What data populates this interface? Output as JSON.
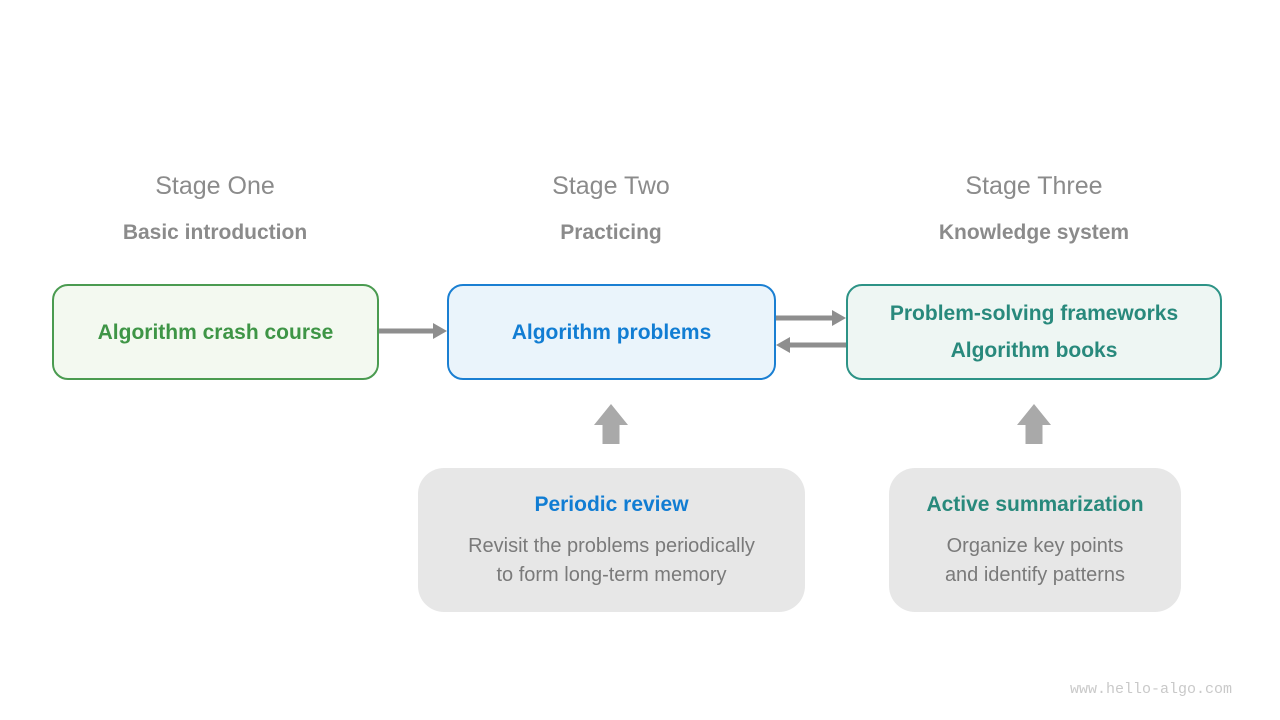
{
  "page": {
    "background": "#ffffff",
    "watermark": "www.hello-algo.com"
  },
  "colors": {
    "stage_label": "#8b8b8b",
    "horizontal_arrow": "#8e8e8e",
    "up_arrow": "#a9a9a9",
    "green_border": "#4a9b50",
    "green_text": "#3e9546",
    "green_fill": "#f3f9f0",
    "blue_border": "#1a7fd2",
    "blue_text": "#117dd3",
    "blue_fill": "#eaf4fb",
    "teal_border": "#2d9386",
    "teal_text": "#28897c",
    "teal_fill": "#eef6f3",
    "note_fill": "#e7e7e7",
    "note_body_text": "#7a7a7a",
    "watermark_text": "#c9c9c9"
  },
  "stages": [
    {
      "title": "Stage One",
      "subtitle": "Basic introduction",
      "box_lines": [
        "Algorithm crash course"
      ]
    },
    {
      "title": "Stage Two",
      "subtitle": "Practicing",
      "box_lines": [
        "Algorithm problems"
      ]
    },
    {
      "title": "Stage Three",
      "subtitle": "Knowledge system",
      "box_lines": [
        "Problem-solving frameworks",
        "Algorithm books"
      ]
    }
  ],
  "notes": [
    {
      "title": "Periodic review",
      "body_lines": [
        "Revisit the problems periodically",
        "to form long-term memory"
      ]
    },
    {
      "title": "Active summarization",
      "body_lines": [
        "Organize key points",
        "and identify patterns"
      ]
    }
  ]
}
